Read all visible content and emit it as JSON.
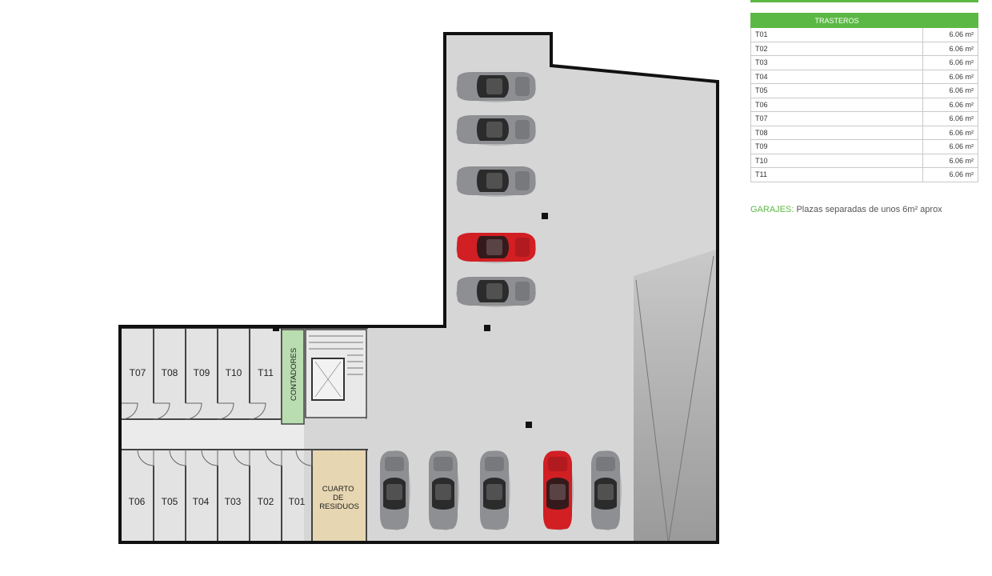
{
  "storage_table": {
    "header": "TRASTEROS",
    "rows": [
      {
        "id": "T01",
        "area": "6.06 m²"
      },
      {
        "id": "T02",
        "area": "6.06 m²"
      },
      {
        "id": "T03",
        "area": "6.06 m²"
      },
      {
        "id": "T04",
        "area": "6.06 m²"
      },
      {
        "id": "T05",
        "area": "6.06 m²"
      },
      {
        "id": "T06",
        "area": "6.06 m²"
      },
      {
        "id": "T07",
        "area": "6.06 m²"
      },
      {
        "id": "T08",
        "area": "6.06 m²"
      },
      {
        "id": "T09",
        "area": "6.06 m²"
      },
      {
        "id": "T10",
        "area": "6.06 m²"
      },
      {
        "id": "T11",
        "area": "6.06 m²"
      }
    ]
  },
  "garage_note": {
    "key": "GARAJES:",
    "text": "Plazas separadas de unos 6m² aprox"
  },
  "plan": {
    "storage_rooms_top": [
      "T07",
      "T08",
      "T09",
      "T10",
      "T11"
    ],
    "storage_rooms_bottom": [
      "T06",
      "T05",
      "T04",
      "T03",
      "T02",
      "T01"
    ],
    "meters_room": "CONTADORES",
    "waste_room": [
      "CUARTO",
      "DE",
      "RESIDUOS"
    ],
    "colors": {
      "wall": "#111111",
      "floor": "#d6d6d6",
      "corridor": "#e7e7e7",
      "meters_room": "#b9ddb0",
      "waste_room": "#e6d6b1",
      "car_grey": "#8d8f92",
      "car_red": "#d11f24",
      "accent_green": "#5cb844"
    },
    "cars_column": [
      "grey",
      "grey",
      "grey",
      "red",
      "grey"
    ],
    "cars_bottom_row": [
      "grey",
      "grey",
      "grey",
      "red",
      "grey"
    ]
  }
}
